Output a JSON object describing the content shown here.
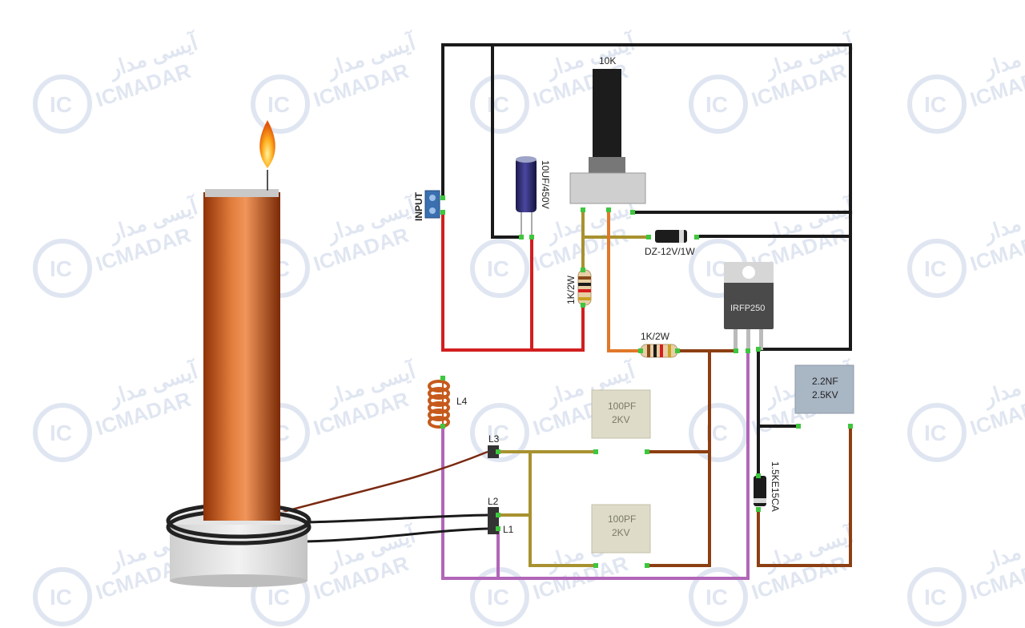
{
  "watermark": {
    "latin": "ICMADAR",
    "persian": "آیسی مدار",
    "logo": "IC"
  },
  "labels": {
    "input": "INPUT",
    "pot": "10K",
    "cap_main": "10UF/450V",
    "zener": "DZ-12V/1W",
    "res_v": "1K/2W",
    "res_h": "1K/2W",
    "mosfet": "IRFP250",
    "cap_mkp_1": "2.2NF",
    "cap_mkp_2": "2.5KV",
    "tvs": "1.5KE15CA",
    "cap_top_1": "100PF",
    "cap_top_2": "2KV",
    "cap_bot_1": "100PF",
    "cap_bot_2": "2KV",
    "coil_l4": "L4",
    "l1": "L1",
    "l2": "L2",
    "l3": "L3"
  },
  "colors": {
    "black": "#1a1a1a",
    "red": "#d11f1f",
    "orange": "#e0782a",
    "olive": "#a89230",
    "brown": "#8c3f12",
    "purple": "#b266b8",
    "pad": "#3ec63e",
    "copper": "#c65a1c",
    "cap_body": "#dedcc8",
    "mkp_body": "#a9b6c4"
  }
}
